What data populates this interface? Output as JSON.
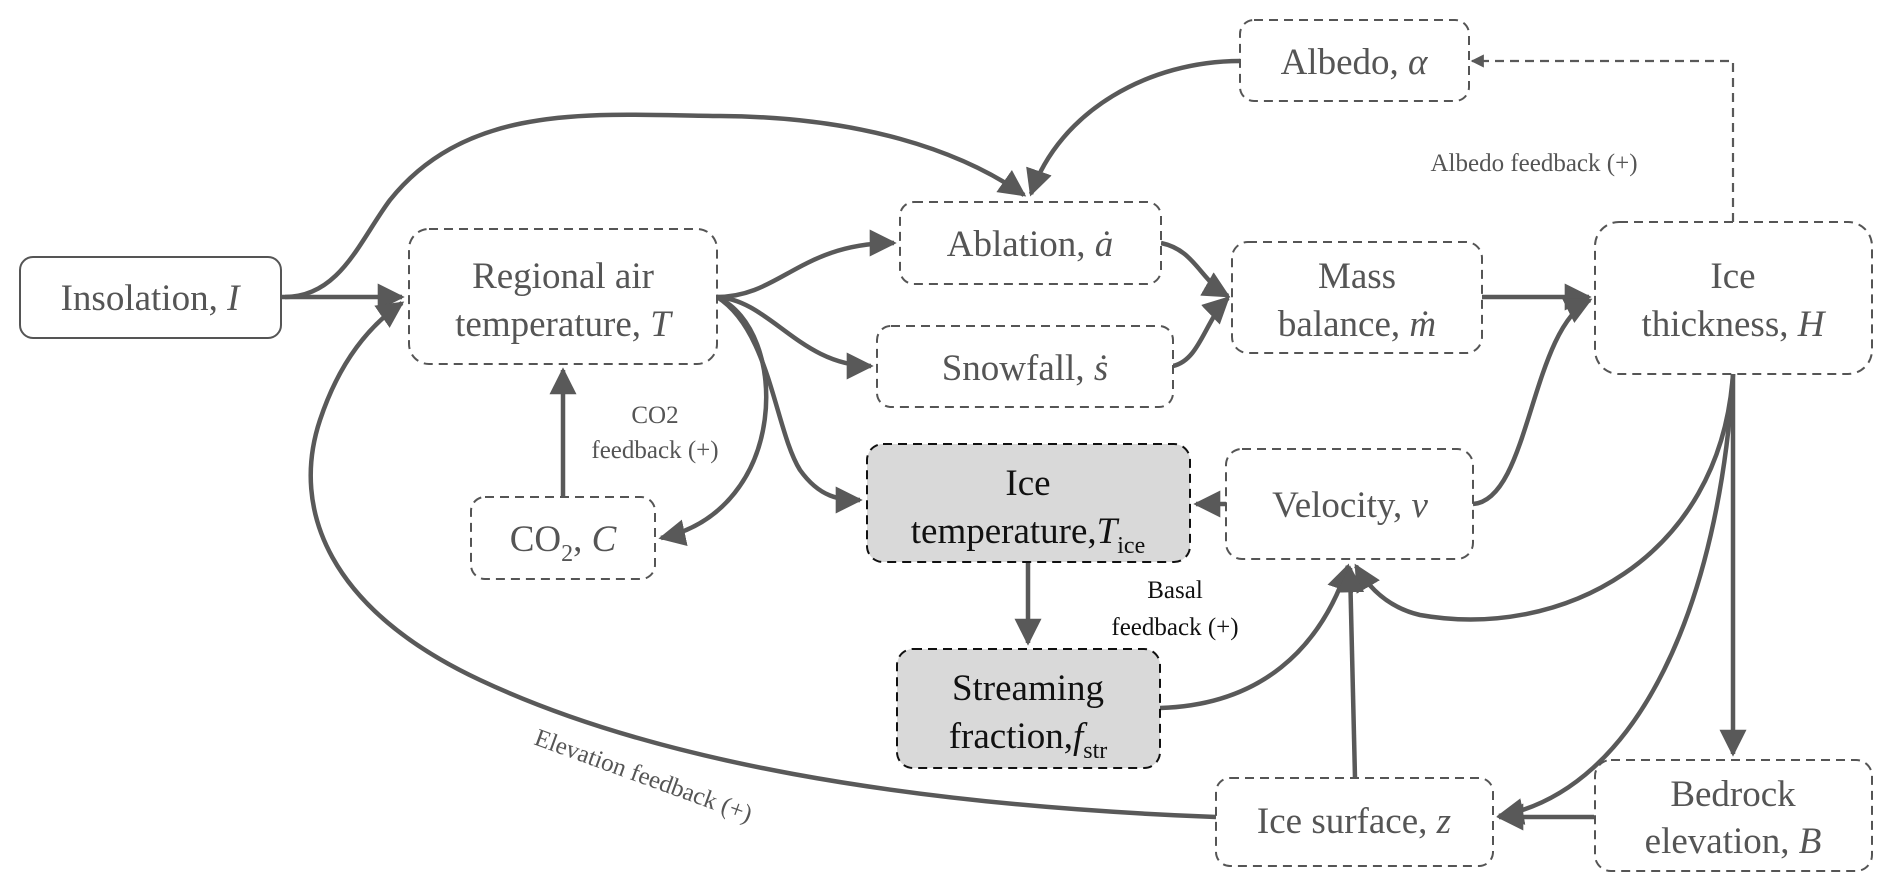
{
  "nodes": {
    "insolation": {
      "line1": "Insolation, ",
      "sym": "I"
    },
    "regional_air_temperature": {
      "line1": "Regional air",
      "line2": "temperature, ",
      "sym": "T"
    },
    "albedo": {
      "line1": "Albedo, ",
      "sym": "α"
    },
    "ablation": {
      "line1": "Ablation, ",
      "sym": "ȧ"
    },
    "snowfall": {
      "line1": "Snowfall, ",
      "sym": "ṡ"
    },
    "mass_balance": {
      "line1": "Mass",
      "line2": "balance, ",
      "sym": "ṁ"
    },
    "ice_thickness": {
      "line1": "Ice",
      "line2": "thickness, ",
      "sym": "H"
    },
    "co2": {
      "line1": "CO",
      "sub": "2",
      "line1b": ", ",
      "sym": "C"
    },
    "ice_temperature": {
      "line1": "Ice",
      "line2": "temperature,",
      "sym": "T",
      "sub": "ice"
    },
    "velocity": {
      "line1": "Velocity, ",
      "sym": "v"
    },
    "streaming_fraction": {
      "line1": "Streaming",
      "line2": "fraction,",
      "sym": "f",
      "sub": "str"
    },
    "ice_surface": {
      "line1": "Ice surface, ",
      "sym": "z"
    },
    "bedrock_elevation": {
      "line1": "Bedrock",
      "line2": "elevation, ",
      "sym": "B"
    }
  },
  "labels": {
    "albedo_feedback": "Albedo feedback (+)",
    "co2_feedback_line1": "CO2",
    "co2_feedback_line2": "feedback (+)",
    "basal_feedback_line1": "Basal",
    "basal_feedback_line2": "feedback (+)",
    "elevation_feedback": "Elevation feedback (+)"
  },
  "edges": [
    {
      "from": "Insolation",
      "to": "Regional air temperature"
    },
    {
      "from": "Insolation",
      "to": "Ablation"
    },
    {
      "from": "Albedo",
      "to": "Ablation"
    },
    {
      "from": "Regional air temperature",
      "to": "Ablation"
    },
    {
      "from": "Regional air temperature",
      "to": "Snowfall"
    },
    {
      "from": "Regional air temperature",
      "to": "Ice temperature"
    },
    {
      "from": "Regional air temperature",
      "to": "CO2"
    },
    {
      "from": "CO2",
      "to": "Regional air temperature"
    },
    {
      "from": "Ablation",
      "to": "Mass balance"
    },
    {
      "from": "Snowfall",
      "to": "Mass balance"
    },
    {
      "from": "Mass balance",
      "to": "Ice thickness"
    },
    {
      "from": "Velocity",
      "to": "Ice thickness"
    },
    {
      "from": "Velocity",
      "to": "Ice temperature"
    },
    {
      "from": "Ice thickness",
      "to": "Albedo",
      "style": "dashed"
    },
    {
      "from": "Ice thickness",
      "to": "Velocity"
    },
    {
      "from": "Ice thickness",
      "to": "Ice surface"
    },
    {
      "from": "Ice thickness",
      "to": "Bedrock elevation"
    },
    {
      "from": "Bedrock elevation",
      "to": "Ice surface"
    },
    {
      "from": "Ice temperature",
      "to": "Streaming fraction"
    },
    {
      "from": "Streaming fraction",
      "to": "Velocity"
    },
    {
      "from": "Ice surface",
      "to": "Velocity"
    },
    {
      "from": "Ice surface",
      "to": "Regional air temperature"
    }
  ],
  "colors": {
    "line": "#595959",
    "text": "#555555",
    "shaded_fill": "#d9d9d9",
    "shaded_text": "#111111"
  }
}
